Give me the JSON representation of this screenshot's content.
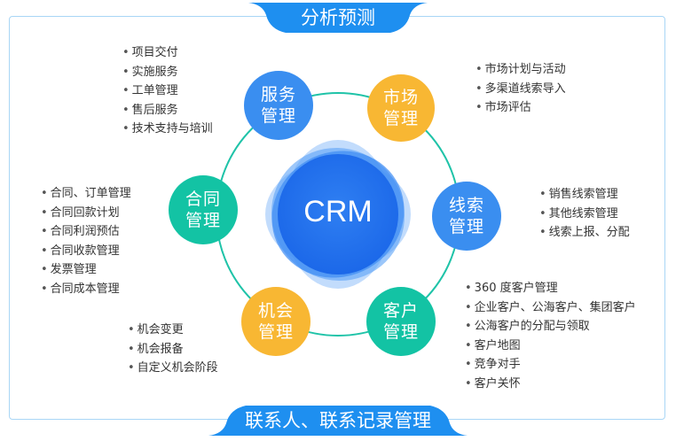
{
  "banners": {
    "top": "分析预测",
    "bottom": "联系人、联系记录管理"
  },
  "center": {
    "label": "CRM"
  },
  "nodes": {
    "service": {
      "line1": "服务",
      "line2": "管理",
      "color": "#3a8ef0"
    },
    "market": {
      "line1": "市场",
      "line2": "管理",
      "color": "#f8b733"
    },
    "lead": {
      "line1": "线索",
      "line2": "管理",
      "color": "#3a8ef0"
    },
    "customer": {
      "line1": "客户",
      "line2": "管理",
      "color": "#13c3a4"
    },
    "opportunity": {
      "line1": "机会",
      "line2": "管理",
      "color": "#f8b733"
    },
    "contract": {
      "line1": "合同",
      "line2": "管理",
      "color": "#13c3a4"
    }
  },
  "lists": {
    "service": [
      "项目交付",
      "实施服务",
      "工单管理",
      "售后服务",
      "技术支持与培训"
    ],
    "market": [
      "市场计划与活动",
      "多渠道线索导入",
      "市场评估"
    ],
    "lead": [
      "销售线索管理",
      "其他线索管理",
      "线索上报、分配"
    ],
    "customer": [
      "360 度客户管理",
      "企业客户、公海客户、集团客户",
      "公海客户的分配与领取",
      "客户地图",
      "竞争对手",
      "客户关怀"
    ],
    "opportunity": [
      "机会变更",
      "机会报备",
      "自定义机会阶段"
    ],
    "contract": [
      "合同、订单管理",
      "合同回款计划",
      "合同利润预估",
      "合同收款管理",
      "发票管理",
      "合同成本管理"
    ]
  },
  "colors": {
    "blue": "#3a8ef0",
    "orange": "#f8b733",
    "green": "#13c3a4",
    "ring": "#1fc3a8",
    "banner": "#1e8ff0",
    "frame": "#a9d6f6"
  }
}
